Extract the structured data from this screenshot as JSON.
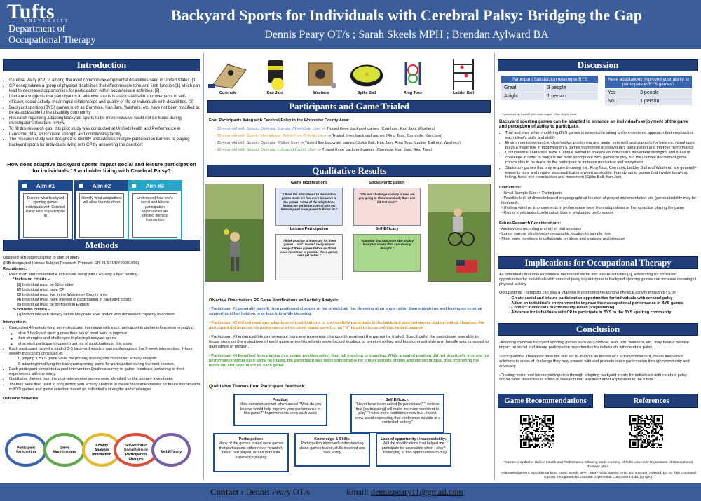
{
  "header": {
    "logo_word": "Tufts",
    "logo_sub": "UNIVERSITY",
    "dept_line1": "Department of",
    "dept_line2": "Occupational Therapy",
    "title": "Backyard Sports for Individuals with Cerebral Palsy: Bridging the Gap",
    "authors": "Dennis Peary OT/s ; Sarah Skeels MPH ; Brendan Aylward BA"
  },
  "intro": {
    "heading": "Introduction",
    "bullets": [
      "Cerebral Palsy (CP) is among the most common developmental disabilities seen in United States. [1]",
      "CP encapsulates a group of physical disabilities that affect muscle tone and limb function [1] which can lead to decreased opportunities for participation within social/leisure activities. [2]",
      "Literature suggests that participation in adaptive sports is associated with improvements in self-efficacy, social activity, meaningful relationships and quality of life for individuals with disabilities. [3]",
      "Backyard sporting (BYS) games such as Cornhole, Kan Jam, Washers, etc. have not been modified to be as accessible to the disability community",
      "Research regarding adapting backyard sports to be more inclusive could not be found during investigator's literature review.",
      "To fill this research gap, this pilot study was conducted at Unified Health and Performance in Lancaster, MA, an inclusive strength and conditioning facility.",
      "The research study was designed to identify and address multiple participation barriers to playing backyard sports for individuals living with CP by answering the question:"
    ],
    "question": "How does adaptive backyard sports impact social and leisure participation for individuals 18 and older living with Cerebral Palsy?"
  },
  "aims": [
    {
      "label": "Aim #1",
      "text": "Explore what backyard sporting games individuals with Cerebral Palsy want to participate in",
      "color": "#1f4b8e"
    },
    {
      "label": "Aim #2",
      "text": "Identify what adaptations will allow them to do so",
      "color": "#1f4b8e"
    },
    {
      "label": "Aim #3",
      "text": "Understand how one's social and leisure participation opportunities are affected pre/post intervention",
      "color": "#27a6c9"
    }
  ],
  "methods": {
    "heading": "Methods",
    "irb1": "Obtained IRB approval prior to start of study",
    "irb2": "(IRB designated Human Subject Research Protocol: CR-01-STUDY00001655)",
    "recruitment_label": "Recruitment:",
    "recruitment": "Recruited* and consented 4 individuals living with CP using a flyer posting",
    "inclusion_label": "* Inclusion criteria –",
    "inclusion": [
      "[1] Individual must be 18 or older",
      "[2] Individual must have CP",
      "[3] Individual must live in the Worcester County area",
      "[4] Individual must have interest in participating in backyard sports",
      "[5] Individual must be proficient in English"
    ],
    "exclusion_label": "*Exclusion criteria –",
    "exclusion": "[1] Individuals with literacy below 6th grade level and/or with diminished capacity to consent",
    "intervention_label": "Intervention:",
    "intervention": [
      "Conducted 45-minute-long semi-structured interviews with each participant to gather information regarding:",
      "what 3 backyard sport games they would most want to improve",
      "their strengths and challenges in playing backyard sports",
      "what each participant hopes to get out of participating in this study",
      "Each participant played a total of 3-5 backyard sporting games throughout the 9-week intervention. 1-hour weekly trial clinics consisted of:",
      "1. playing a BYS game while the primary investigator conducted activity analysis",
      "2. adapting/modifying the backyard sporting game for participation during the next session.",
      "Each participant completed a post-intervention Qualtrics survey to gather feedback pertaining to their experiences with the study.",
      "Qualitative themes from the post-intervention survey were identified by the primary investigator",
      "Themes were then used in conjunction with activity analysis to create recommendations for future modification to BYS games and game selection based on individual's strengths and challenges"
    ],
    "outcome_label": "Outcome Variables:",
    "outcomes": [
      "Participant Satisfaction",
      "Game Modifications",
      "Activity Analysis Information",
      "Self-Reported Social/Leisure Participation Changes",
      "Self-Efficacy"
    ],
    "outcome_colors": [
      "#3a66b0",
      "#5fa84a",
      "#e6b830",
      "#d94f3a",
      "#7b5ea7"
    ]
  },
  "games": [
    "Cornhole",
    "Kan Jam",
    "Washers",
    "Spike Ball",
    "Ring Toss",
    "Ladder Ball"
  ],
  "participants": {
    "heading": "Participants and Game Trialed",
    "subheading": "Four Participants living with Cerebral Palsy in the Worcester County Area:",
    "rows": [
      {
        "who": "32-year-old with Spastic Diplegia; Manual Wheelchair User",
        "games": "-> Trialed three backyard games (Cornhole, Kan Jam, Washers)"
      },
      {
        "who": "21-year-old with Spastic Hemiplegia; Ankle-Foot Orthotic User",
        "games": "-> Trialed three backyard games (Ring Toss, Cornhole, Kan Jam)"
      },
      {
        "who": "25-year-old with Spastic Diplegia; Walker User",
        "games": "-> Trialed five backyard games (Spike Ball, Kan Jam, Ring Toss, Ladder Ball and Washers)"
      },
      {
        "who": "22-year-old with Spastic Diplegia; Lofstrand Crutch User",
        "games": "-> Trialed three backyard games (Cornhole, Kan Jam, Ring Toss)"
      }
    ]
  },
  "qualitative": {
    "heading": "Qualitative Results",
    "themes": [
      {
        "title": "Game Modifications",
        "quote": "“I think the adaptations to the outdoor games made me feel more inclusive to the games. Some of the adaptations helped me get better control with my throwing and more power to throw far.”",
        "bg": "#dce6f5"
      },
      {
        "title": "Social Participation",
        "quote": "“The real challenge socially is how are you going to show somebody that I can hit that shot.”",
        "bg": "#f4dcd8"
      },
      {
        "title": "Leisure Participation",
        "quote": "“I think practice is important for these games… and I haven't really played many of these games before so I think once I continue to practice these games I will get better.”",
        "bg": "#f5f5f5"
      },
      {
        "title": "Self-Efficacy",
        "quote": "“Knowing that I am more able to play backyard sports than I previously thought.”",
        "bg": "#a8d88c"
      }
    ],
    "obs_heading": "Objective Observations RE Game Modifications and Activity Analysis:",
    "obs": [
      {
        "text": "- Participant #1 generally benefit from positional changes of his wheelchair (i.e. throwing at an angle rather than straight on and having an external support to either hold on to or lean into while throwing.",
        "cls": "blue"
      },
      {
        "text": "- Participant #2 did not need any adaptions or modifications to successfully participate in the backyard sporting games that he trialed. However, the participant did improve his performance when using visual cues (i.e. an “X” target to focus on) that helped balance",
        "cls": "orange"
      },
      {
        "text": "- Participant #3 enhanced his performance from environmental changes throughout the games he trialed. Specifically, the participant was able to focus more on the objectives of each game when his wheels were locked in place to prevent rolling and his dominant side arm handle was removed to gain range of motion.",
        "cls": "grey"
      },
      {
        "text": "- Participant #4 benefited from playing in a seated position rather than tall kneeling or standing. While a seated position did not drastically improve his performance within each game he trialed, the participant was more comfortable for longer periods of time and did not fatigue, thus improving his focus on, and experience of, each game.",
        "cls": "green"
      }
    ]
  },
  "feedback": {
    "heading": "Qualitative Themes from Participant Feedback:",
    "boxes": [
      {
        "title": "Practice:",
        "text": "Most common answer when asked “What do you believe would help improve your performance in this game?” Improvements seen each week"
      },
      {
        "title": "Self-Efficacy:",
        "text": "“Never have been asked [to participate]” “I believe that [participating] will make me more confident to play” “I have more confidence now but…I don't know about expressing that confidence outside of a controlled setting.”"
      },
      {
        "title": "Participation:",
        "text": "Many of the games trialed were games that participants either never heard of, never had played, or had very little experience playing"
      },
      {
        "title": "Knowledge & Skills:",
        "text": "Participation improved understanding about games trialed, skills involved and own ability"
      },
      {
        "title": "Lack of opportunity / inaccessibility:",
        "text": "Will the modifications that helped me participate be accessible when I play? Challenging to find opportunities to play"
      }
    ]
  },
  "discussion": {
    "heading": "Discussion",
    "table1": {
      "header": "Participant Satisfaction relating to BYS",
      "rows": [
        [
          "Great",
          "3 people"
        ],
        [
          "Alright",
          "1 person"
        ]
      ]
    },
    "table2": {
      "header": "Have adaptations improved your ability to participate in BYS games?",
      "rows": [
        [
          "Yes",
          "3 people"
        ],
        [
          "No",
          "1 person"
        ]
      ]
    },
    "note": "* (answered on 3-point Likert scale ranging : Bad, Alright, Great",
    "lead": "Backyard sporting games can be adapted to enhance an individual's enjoyment of the game and perception of ability to participate.",
    "bullets": [
      "Trial and error when modifying BYS games is essential to taking a client-centered approach that emphasizes each client's skills and ability",
      "Environmental set-up (i.e. chair/walker positioning and angle, external hand supports for balance, visual cues) plays a major role in modifying BYS games to promote an individual's participation and improve performance",
      "Occupational Therapists have a unique skillset to analyze an individual's movement strengths and areas of challenge in order to suggest the most appropriate BYS games to play, but the ultimate decision of game choice should be made by the participant to increase motivation and enjoyment",
      "Stationary games that only require throwing (i.e. Ring Toss, Cornhole, Ladder Ball and Washers) are generally easier to play, and require less modifications when applicable, than dynamic games that involve throwing, hitting, hand-eye coordination and movement (Spike Ball, Kan Jam)"
    ],
    "limitations_label": "Limitations:",
    "limitations": [
      "Small Sample Size: 4 Participants",
      "Possible lack of diversity based on geographical location of project implementation site (generalizability may be hindered).",
      "Unclear whether improvements in performance were from adaptations or from practice playing the game",
      "Risk of investigator/confirmation bias in evaluating performance"
    ],
    "future_label": "Future Research Considerations:",
    "future": [
      "- Audio/video recording entirety of trial sessions",
      "- Larger sample size/broader geographic location to sample from",
      "- More team members to collaborate on ideas and evaluate performance"
    ]
  },
  "implications": {
    "heading": "Implications for Occupational Therapy",
    "p1": "As individuals that may experience decreased social and leisure activities [2], advocating for increased opportunities for individuals with cerebral palsy to participate in backyard sporting games can increase meaningful physical activity",
    "p2": "Occupational Therapists can play a vital role in promoting meaningful physical activity through BYS to:",
    "items": [
      "- Create social and leisure participation opportunities for individuals with cerebral palsy",
      "- Adapt an individual's environment to improve their occupational performance in BYS games",
      "- Connect individuals to community-based programming",
      "- Advocate for individuals with CP to participate in BYS to the BYS sporting community"
    ]
  },
  "conclusion": {
    "heading": "Conclusion",
    "p1": "-Adapting common backyard sporting games such as Cornhole, Kan Jam, Washers, etc., may have a positive impact on social and leisure participation opportunities for individuals with cerebral palsy.",
    "p2": "- Occupational Therapists have the skill set to analyze an individual's activity/movement, create innovative solutions to areas of challenge they may present with and promote one's participation through opportunity and advocacy",
    "p3": "-Creating social and leisure participation through adapting backyard sports for individuals with cerebral palsy and/or other disabilities is a field of research that requires further exploration in the future."
  },
  "recs": {
    "heading1": "Game Recommendations",
    "heading2": "References",
    "note": "*Games provided to Unified Health and Performance following study courtesy of Tufts University Department of Occupational Therapy grant",
    "ack": "*Acknowledgement: Special thanks to Sarah Skeels MPH , Mary Alicia Barnes, OTD and Brendan Aylward, BA for their continued support throughout this Doctoral Experiential Component (DEC) project"
  },
  "footer": {
    "contact_label": "Contact :",
    "contact_name": "Dennis Peary OT/s",
    "email_label": "Email:",
    "email": "dennispeary11@gmail.com"
  }
}
